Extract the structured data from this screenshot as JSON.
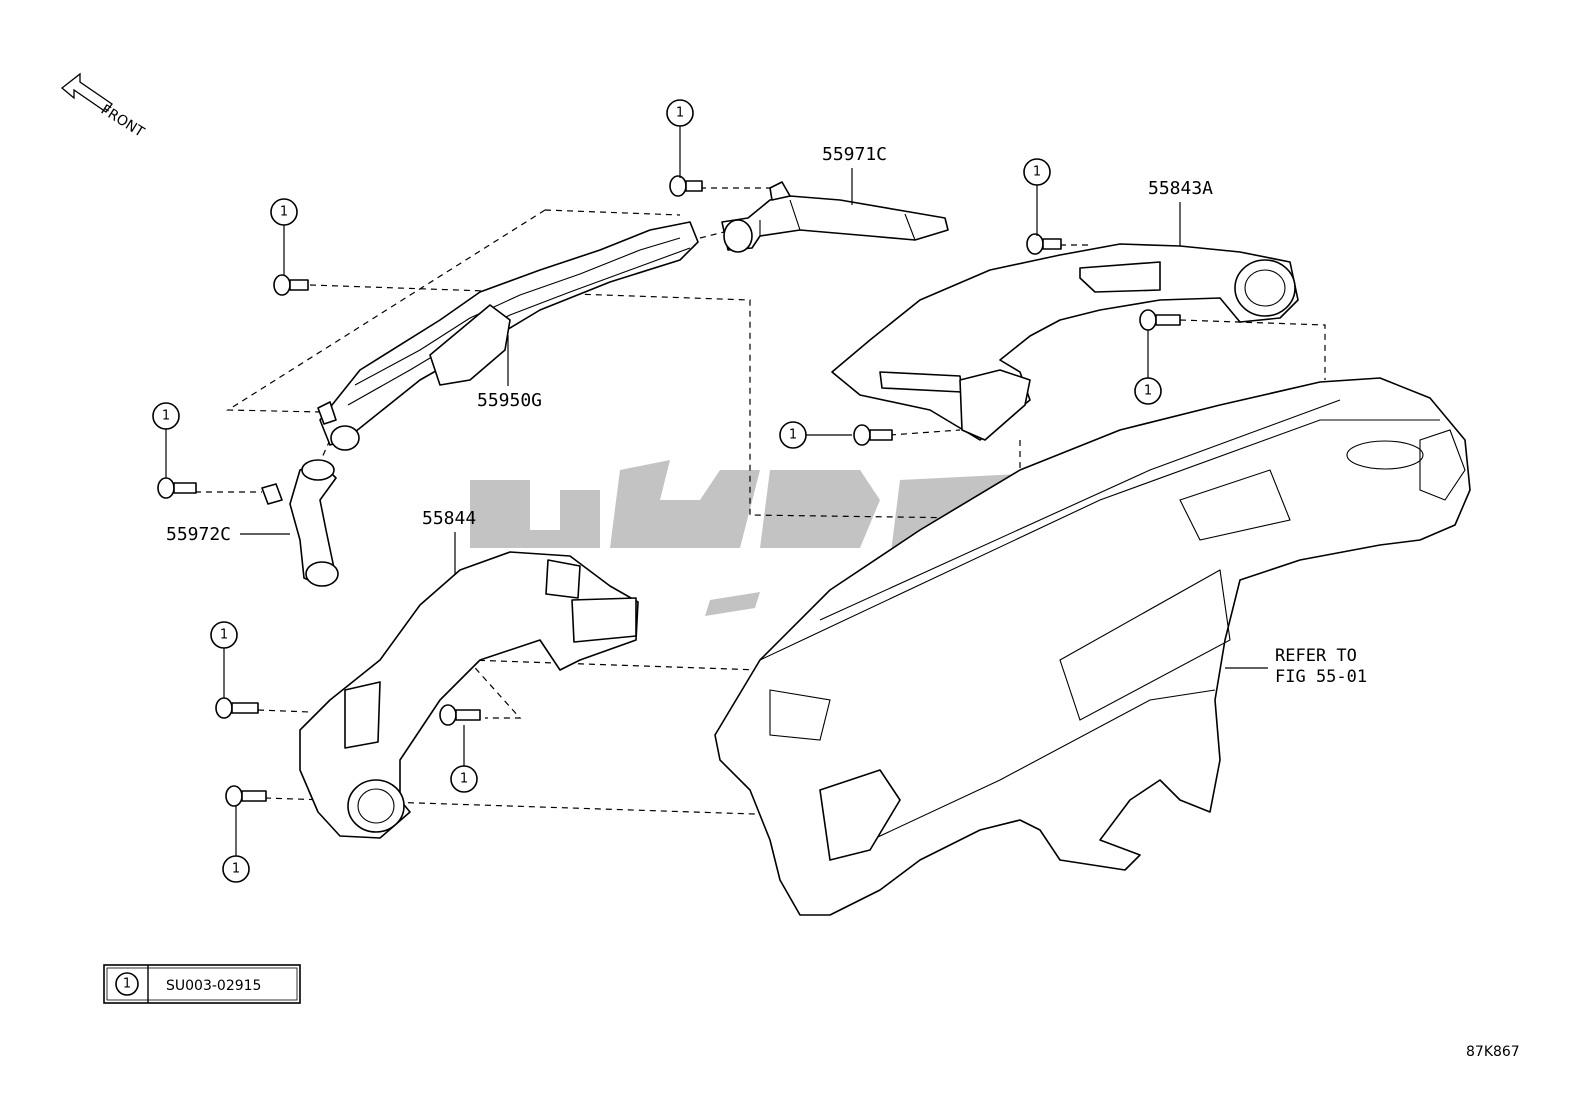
{
  "direction_label": "FRONT",
  "fastener_symbol": "1",
  "parts": {
    "p55971c": "55971C",
    "p55843a": "55843A",
    "p55950g": "55950G",
    "p55972c": "55972C",
    "p55844": "55844"
  },
  "reference_note": {
    "line1": "REFER TO",
    "line2": "FIG 55-01"
  },
  "legend": {
    "symbol": "1",
    "part_number": "SU003-02915"
  },
  "figure_id": "87K867"
}
